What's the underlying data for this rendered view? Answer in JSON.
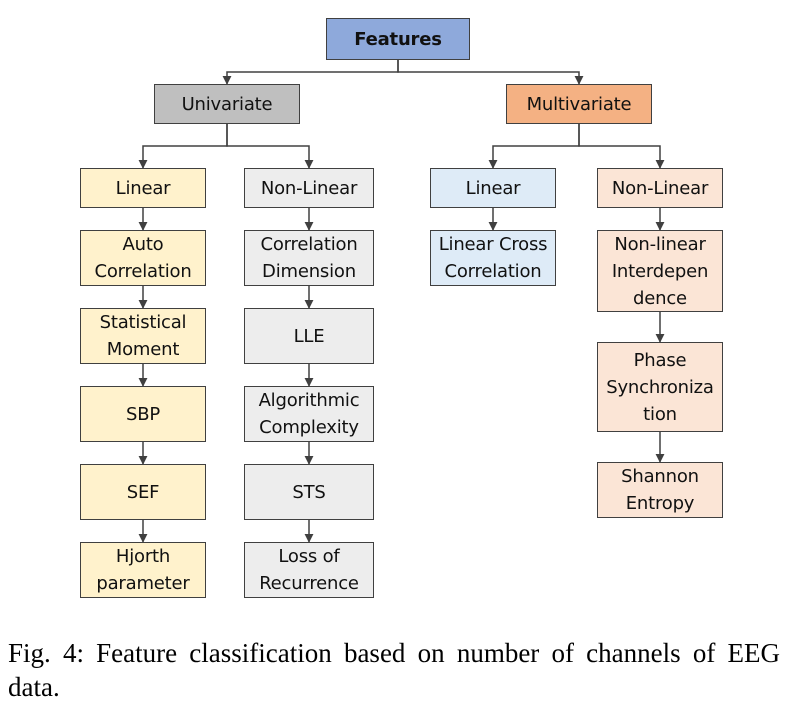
{
  "colors": {
    "root": "#8EA9DB",
    "univariate": "#BFBFBF",
    "multivariate": "#F4B183",
    "uni_linear": "#FFF2CC",
    "uni_nonlinear": "#EDEDED",
    "multi_linear": "#DEEBF7",
    "multi_nonlinear": "#FBE5D6",
    "edge": "#404040"
  },
  "nodes": {
    "features": "Features",
    "univariate": "Univariate",
    "multivariate": "Multivariate",
    "uni_linear": "Linear",
    "uni_nonlinear": "Non-Linear",
    "multi_linear": "Linear",
    "multi_nonlinear": "Non-Linear",
    "auto_correlation": "Auto\nCorrelation",
    "statistical_moment": "Statistical\nMoment",
    "sbp": "SBP",
    "sef": "SEF",
    "hjorth_parameter": "Hjorth\nparameter",
    "correlation_dimension": "Correlation\nDimension",
    "lle": "LLE",
    "algorithmic_complexity": "Algorithmic\nComplexity",
    "sts": "STS",
    "loss_of_recurrence": "Loss of\nRecurrence",
    "linear_cross_correlation": "Linear Cross\nCorrelation",
    "nonlinear_interdependence": "Non-linear\nInterdepen\ndence",
    "phase_synchronization": "Phase\nSynchroniza\ntion",
    "shannon_entropy": "Shannon\nEntropy"
  },
  "edges": [
    [
      "features",
      "univariate"
    ],
    [
      "features",
      "multivariate"
    ],
    [
      "univariate",
      "uni_linear"
    ],
    [
      "univariate",
      "uni_nonlinear"
    ],
    [
      "multivariate",
      "multi_linear"
    ],
    [
      "multivariate",
      "multi_nonlinear"
    ],
    [
      "uni_linear",
      "auto_correlation"
    ],
    [
      "auto_correlation",
      "statistical_moment"
    ],
    [
      "statistical_moment",
      "sbp"
    ],
    [
      "sbp",
      "sef"
    ],
    [
      "sef",
      "hjorth_parameter"
    ],
    [
      "uni_nonlinear",
      "correlation_dimension"
    ],
    [
      "correlation_dimension",
      "lle"
    ],
    [
      "lle",
      "algorithmic_complexity"
    ],
    [
      "algorithmic_complexity",
      "sts"
    ],
    [
      "sts",
      "loss_of_recurrence"
    ],
    [
      "multi_linear",
      "linear_cross_correlation"
    ],
    [
      "multi_nonlinear",
      "nonlinear_interdependence"
    ],
    [
      "nonlinear_interdependence",
      "phase_synchronization"
    ],
    [
      "phase_synchronization",
      "shannon_entropy"
    ]
  ],
  "caption": "Fig. 4: Feature classification based on number of channels of EEG data."
}
